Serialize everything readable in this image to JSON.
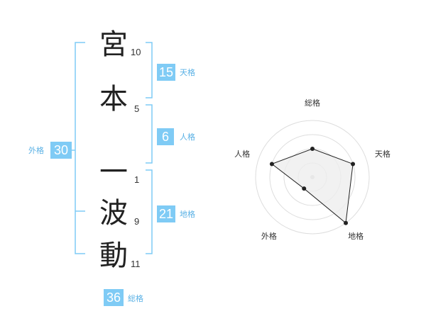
{
  "name": {
    "chars": [
      {
        "char": "宮",
        "strokes": "10"
      },
      {
        "char": "本",
        "strokes": "5"
      },
      {
        "char": "一",
        "strokes": "1"
      },
      {
        "char": "波",
        "strokes": "9"
      },
      {
        "char": "動",
        "strokes": "11"
      }
    ]
  },
  "fortunes": {
    "tenkaku": {
      "value": "15",
      "label": "天格"
    },
    "jinkaku": {
      "value": "6",
      "label": "人格"
    },
    "chikaku": {
      "value": "21",
      "label": "地格"
    },
    "gaikaku": {
      "value": "30",
      "label": "外格"
    },
    "soukaku": {
      "value": "36",
      "label": "総格"
    }
  },
  "colors": {
    "accent": "#7fcbf5",
    "accent_text": "#5ab1e5",
    "radar_fill": "#eeeeee",
    "radar_line": "#222222",
    "ring": "#dddddd"
  },
  "chart_data": {
    "type": "radar",
    "axes": [
      "総格",
      "天格",
      "地格",
      "外格",
      "人格"
    ],
    "max": 4,
    "values": [
      2,
      3,
      4,
      1,
      3
    ]
  }
}
